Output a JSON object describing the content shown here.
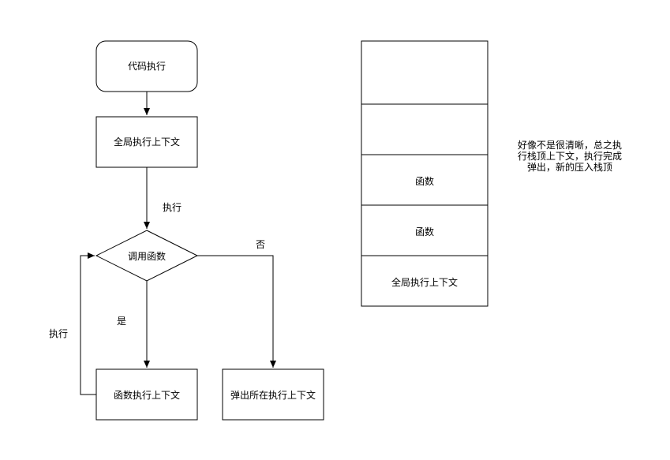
{
  "flow": {
    "start": "代码执行",
    "global_ctx": "全局执行上下文",
    "edge_exec": "执行",
    "decision": "调用函数",
    "edge_no": "否",
    "edge_yes": "是",
    "edge_loop": "执行",
    "func_ctx": "函数执行上下文",
    "pop_ctx": "弹出所在执行上下文"
  },
  "stack": {
    "cells": [
      "",
      "",
      "函数",
      "函数",
      "全局执行上下文"
    ]
  },
  "note": {
    "lines": [
      "好像不是很清晰，总之执",
      "行栈顶上下文，执行完成",
      "弹出，新的压入栈顶"
    ]
  }
}
